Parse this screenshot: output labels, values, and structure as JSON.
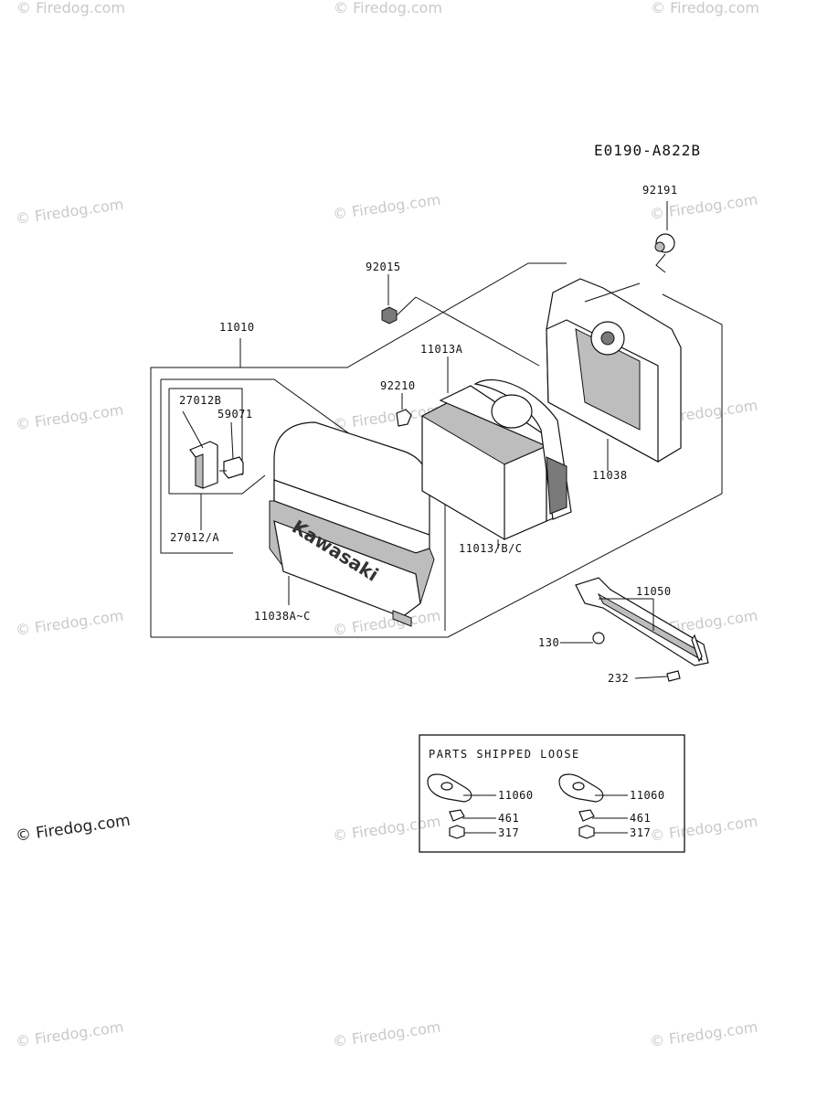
{
  "diagram_code": "E0190-A822B",
  "watermark": "© Firedog.com",
  "brand_on_cover": "Kawasaki",
  "parts_loose_title": "PARTS SHIPPED LOOSE",
  "labels": {
    "p92191": "92191",
    "p92015": "92015",
    "p11010": "11010",
    "p11013A": "11013A",
    "p92210": "92210",
    "p27012B": "27012B",
    "p59071": "59071",
    "p11038": "11038",
    "p27012A": "27012/A",
    "p11013BC": "11013/B/C",
    "p11038AC": "11038A~C",
    "p11050": "11050",
    "p130": "130",
    "p232": "232",
    "loose": {
      "left": {
        "gasket": "11060",
        "washer": "461",
        "nut": "317"
      },
      "right": {
        "gasket": "11060",
        "washer": "461",
        "nut": "317"
      }
    }
  },
  "colors": {
    "line": "#111111",
    "watermark": "#c9c9c9",
    "shade": "#bdbdbd"
  }
}
